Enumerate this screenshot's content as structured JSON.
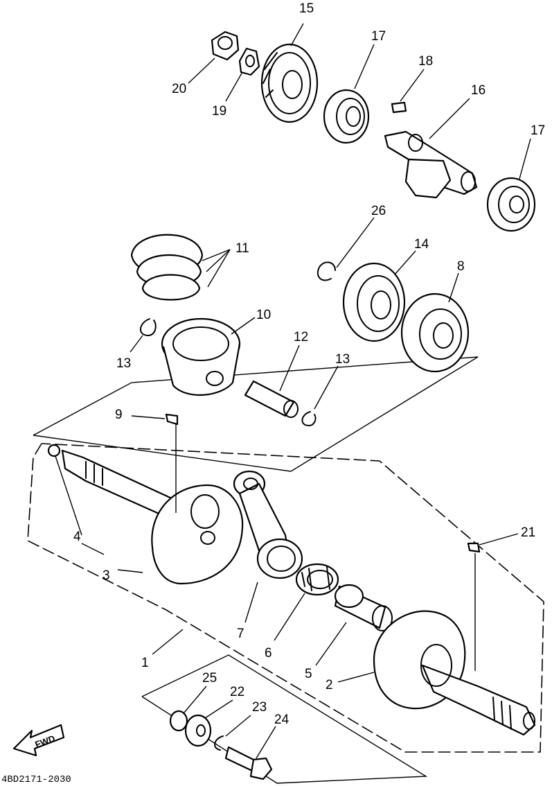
{
  "labels": {
    "p1": "1",
    "p2": "2",
    "p3": "3",
    "p4": "4",
    "p5": "5",
    "p6": "6",
    "p7": "7",
    "p8": "8",
    "p9": "9",
    "p10": "10",
    "p11": "11",
    "p12": "12",
    "p13a": "13",
    "p13b": "13",
    "p14": "14",
    "p15": "15",
    "p16": "16",
    "p17a": "17",
    "p17b": "17",
    "p18": "18",
    "p19": "19",
    "p20": "20",
    "p21": "21",
    "p22": "22",
    "p23": "23",
    "p24": "24",
    "p25": "25",
    "p26": "26"
  },
  "fwd_label": "FWD",
  "drawing_code": "4BD2171-2030"
}
